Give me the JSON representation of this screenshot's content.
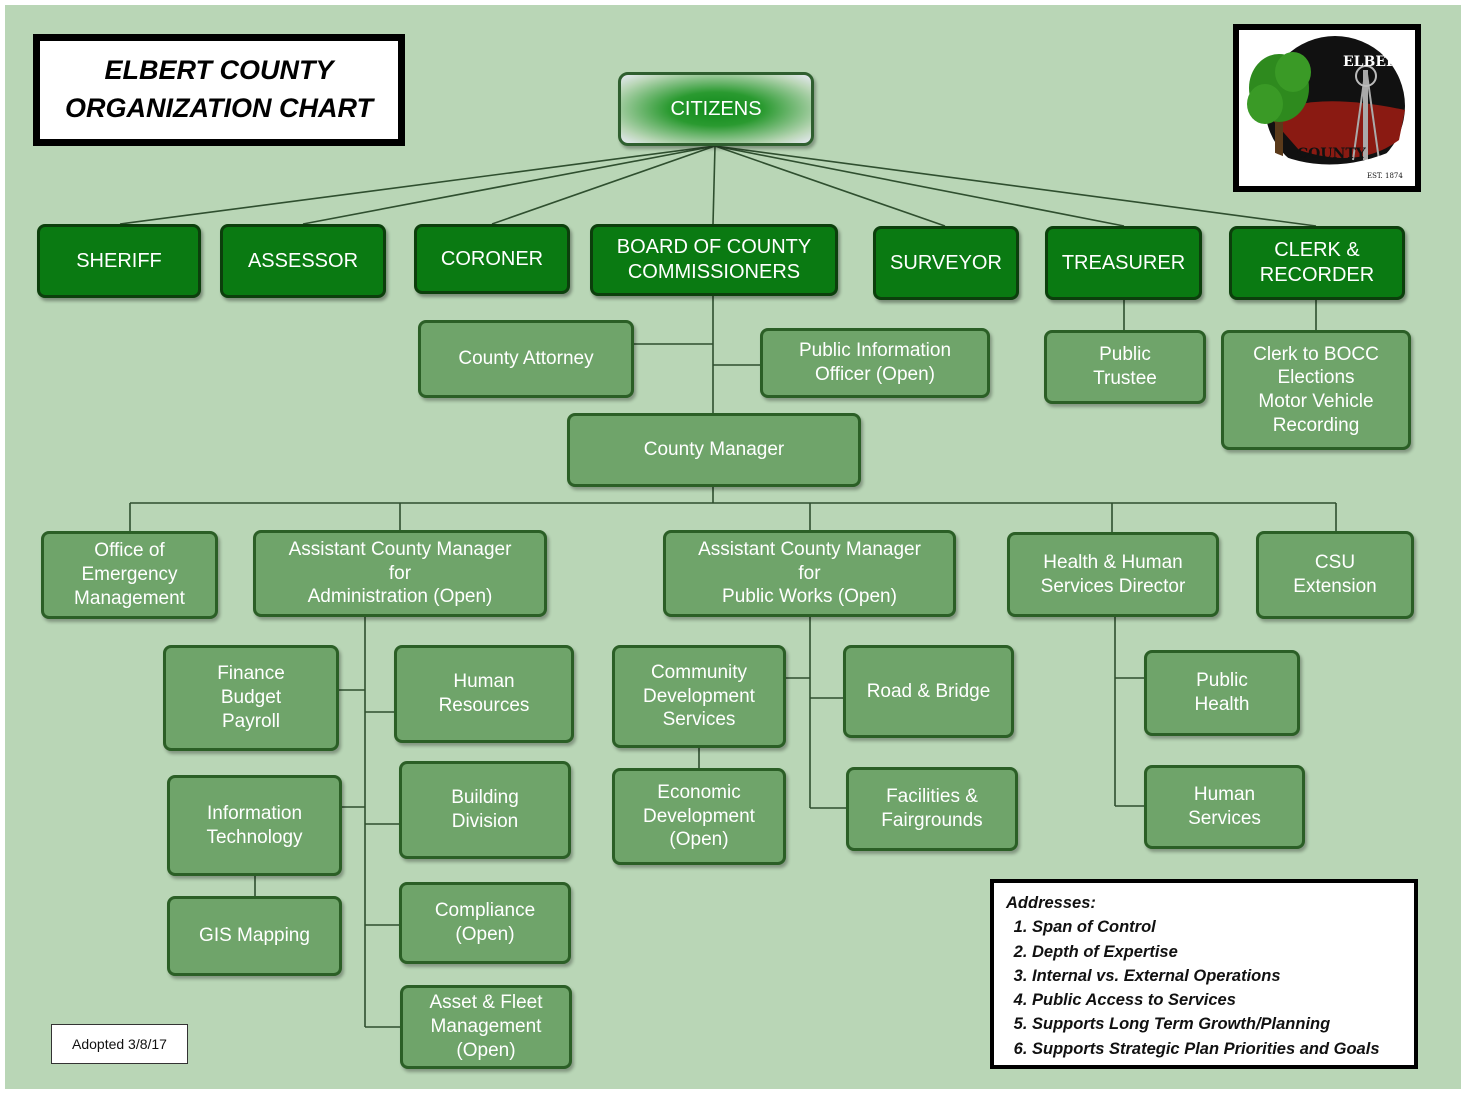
{
  "title": {
    "line1": "ELBERT COUNTY",
    "line2": "ORGANIZATION CHART"
  },
  "logo": {
    "top": "ELBERT",
    "bottom": "COUNTY",
    "est": "EST. 1874"
  },
  "citizens": "CITIZENS",
  "elected": {
    "sheriff": "SHERIFF",
    "assessor": "ASSESSOR",
    "coroner": "CORONER",
    "bocc": "BOARD OF COUNTY\nCOMMISSIONERS",
    "surveyor": "SURVEYOR",
    "treasurer": "TREASURER",
    "clerk": "CLERK &\nRECORDER"
  },
  "staff": {
    "county_attorney": "County Attorney",
    "pio": "Public Information\nOfficer (Open)",
    "public_trustee": "Public\nTrustee",
    "clerk_functions": "Clerk to BOCC\nElections\nMotor Vehicle\nRecording",
    "county_manager": "County Manager"
  },
  "departments": {
    "oem": "Office of\nEmergency\nManagement",
    "acm_admin": "Assistant County Manager\nfor\nAdministration (Open)",
    "acm_pw": "Assistant County Manager\nfor\nPublic Works (Open)",
    "hhs_director": "Health & Human\nServices Director",
    "csu": "CSU\nExtension",
    "finance": "Finance\nBudget\nPayroll",
    "hr": "Human\nResources",
    "it": "Information\nTechnology",
    "building": "Building\nDivision",
    "gis": "GIS Mapping",
    "compliance": "Compliance\n(Open)",
    "asset_fleet": "Asset & Fleet\nManagement\n(Open)",
    "cds": "Community\nDevelopment\nServices",
    "road_bridge": "Road & Bridge",
    "econ_dev": "Economic\nDevelopment\n(Open)",
    "facilities": "Facilities &\nFairgrounds",
    "public_health": "Public\nHealth",
    "human_services": "Human\nServices"
  },
  "addresses": {
    "heading": "Addresses:",
    "items": [
      "Span of Control",
      "Depth of Expertise",
      "Internal vs. External Operations",
      "Public Access to Services",
      "Supports Long Term Growth/Planning",
      "Supports Strategic Plan Priorities and Goals"
    ]
  },
  "adopted": "Adopted 3/8/17",
  "colors": {
    "background": "#b9d6b6",
    "elected_fill": "#0a7a12",
    "department_fill": "#6fa46a",
    "connector": "#2f4f2f"
  }
}
